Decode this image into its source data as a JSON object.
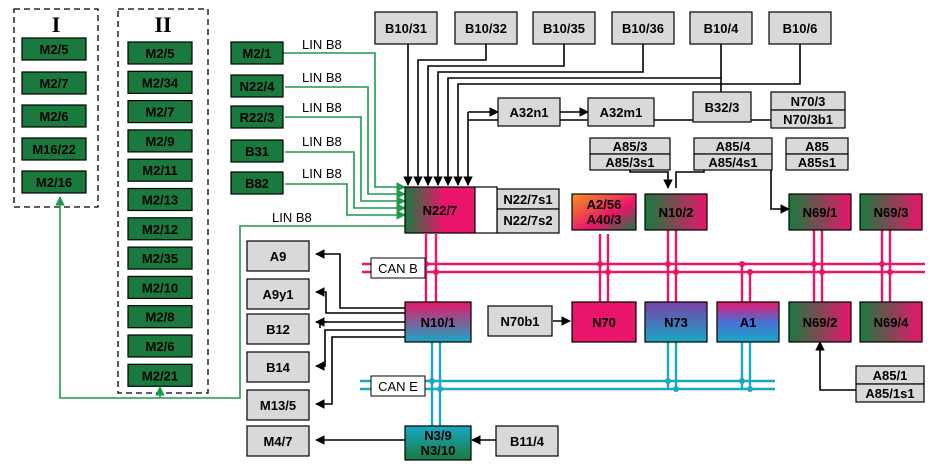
{
  "groups": {
    "group1": {
      "title": "I",
      "items": [
        "M2/5",
        "M2/7",
        "M2/6",
        "M16/22",
        "M2/16"
      ]
    },
    "group2": {
      "title": "II",
      "items": [
        "M2/5",
        "M2/34",
        "M2/7",
        "M2/9",
        "M2/11",
        "M2/13",
        "M2/12",
        "M2/35",
        "M2/10",
        "M2/8",
        "M2/6",
        "M2/21"
      ]
    }
  },
  "lin_nodes": [
    "M2/1",
    "N22/4",
    "R22/3",
    "B31",
    "B82"
  ],
  "lin_label": "LIN B8",
  "top_sensors": [
    "B10/31",
    "B10/32",
    "B10/35",
    "B10/36",
    "B10/4",
    "B10/6"
  ],
  "gray": {
    "a32n1": "A32n1",
    "a32m1": "A32m1",
    "b32_3": "B32/3",
    "n70_3": "N70/3",
    "n70_3b1": "N70/3b1",
    "a85_3": "A85/3",
    "a85_3s1": "A85/3s1",
    "a85_4": "A85/4",
    "a85_4s1": "A85/4s1",
    "a85": "A85",
    "a85s1": "A85s1",
    "n22_7s1": "N22/7s1",
    "n22_7s2": "N22/7s2",
    "a9": "A9",
    "a9y1": "A9y1",
    "b12": "B12",
    "b14": "B14",
    "m13_5": "M13/5",
    "m4_7": "M4/7",
    "n70b1": "N70b1",
    "b11_4": "B11/4",
    "a85_1": "A85/1",
    "a85_1s1": "A85/1s1"
  },
  "ecus": {
    "n22_7": "N22/7",
    "a2_56": "A2/56",
    "a40_3": "A40/3",
    "n10_2": "N10/2",
    "n69_1": "N69/1",
    "n69_3": "N69/3",
    "n10_1": "N10/1",
    "n70": "N70",
    "n73": "N73",
    "a1": "A1",
    "n69_2": "N69/2",
    "n69_4": "N69/4",
    "n3_9": "N3/9",
    "n3_10": "N3/10"
  },
  "bus": {
    "can_b": "CAN B",
    "can_e": "CAN E"
  },
  "colors": {
    "green": "#1a7a3e",
    "linGreen": "#1e9a4a",
    "magenta": "#e8156b",
    "cyan": "#19a8c4",
    "blue": "#4a6fd6",
    "orange": "#f7941d",
    "gray": "#d9d9d9"
  }
}
